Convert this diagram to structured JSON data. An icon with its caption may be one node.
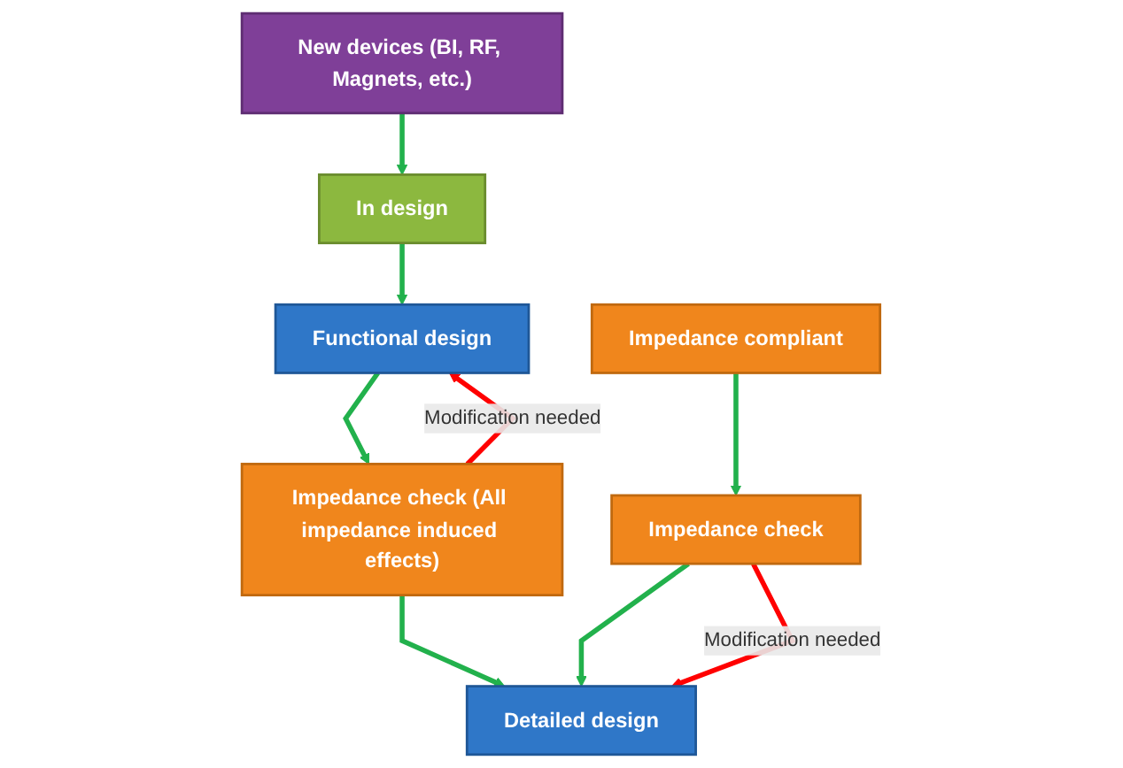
{
  "diagram": {
    "nodes": [
      {
        "text": [
          "New devices (BI, RF, Magnets, etc.)"
        ]
      },
      {
        "text": [
          "In design"
        ]
      },
      {
        "text": [
          "Functional design"
        ]
      },
      {
        "text": [
          "Impedance check (All impedance induced effects)"
        ]
      },
      {
        "text": [
          "Detailed design"
        ]
      },
      {
        "text": [
          "Impedance compliant"
        ]
      },
      {
        "text": [
          "Impedance check"
        ]
      }
    ],
    "edges": [
      {
        "from": 0,
        "to": 1,
        "arrow": "to"
      },
      {
        "from": 1,
        "to": 2,
        "arrow": "to"
      },
      {
        "from": 2,
        "to": 3,
        "arrow": "to"
      },
      {
        "from": 3,
        "to": 2,
        "arrow": "to",
        "label": "Modification needed",
        "color": "#ff0000"
      },
      {
        "from": 3,
        "to": 4,
        "arrow": "to"
      },
      {
        "from": 5,
        "to": 6,
        "arrow": "to"
      },
      {
        "from": 6,
        "to": 4,
        "arrow": "to"
      },
      {
        "from": 6,
        "to": 4,
        "arrow": "to",
        "label": "Modification needed",
        "color": "#ff0000"
      }
    ]
  }
}
